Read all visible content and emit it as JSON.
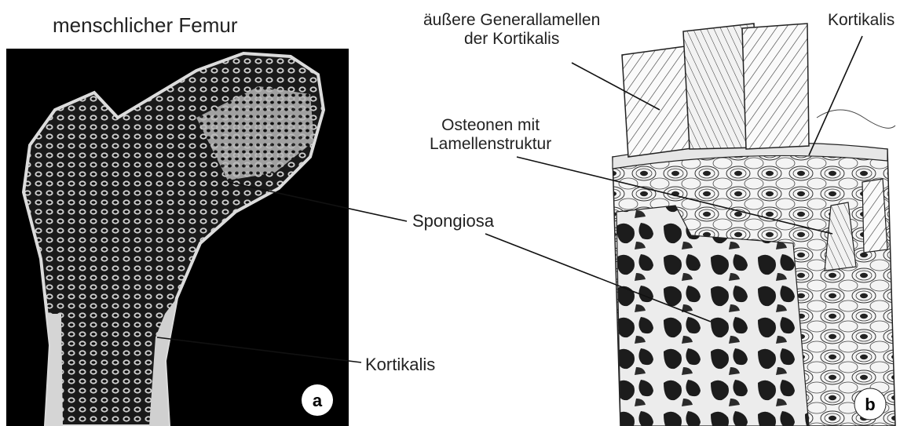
{
  "title": "menschlicher Femur",
  "labels": {
    "external_lamellae_line1": "äußere Generallamellen",
    "external_lamellae_line2": "der Kortikalis",
    "cortical_top": "Kortikalis",
    "osteons_line1": "Osteonen mit",
    "osteons_line2": "Lamellenstruktur",
    "spongiosa": "Spongiosa",
    "cortical_bottom": "Kortikalis"
  },
  "panels": {
    "a": "a",
    "b": "b"
  },
  "colors": {
    "photo_background": "#000000",
    "bone": "#d8d8d8",
    "ink": "#1e1e1e",
    "badge": "#ffffff"
  }
}
